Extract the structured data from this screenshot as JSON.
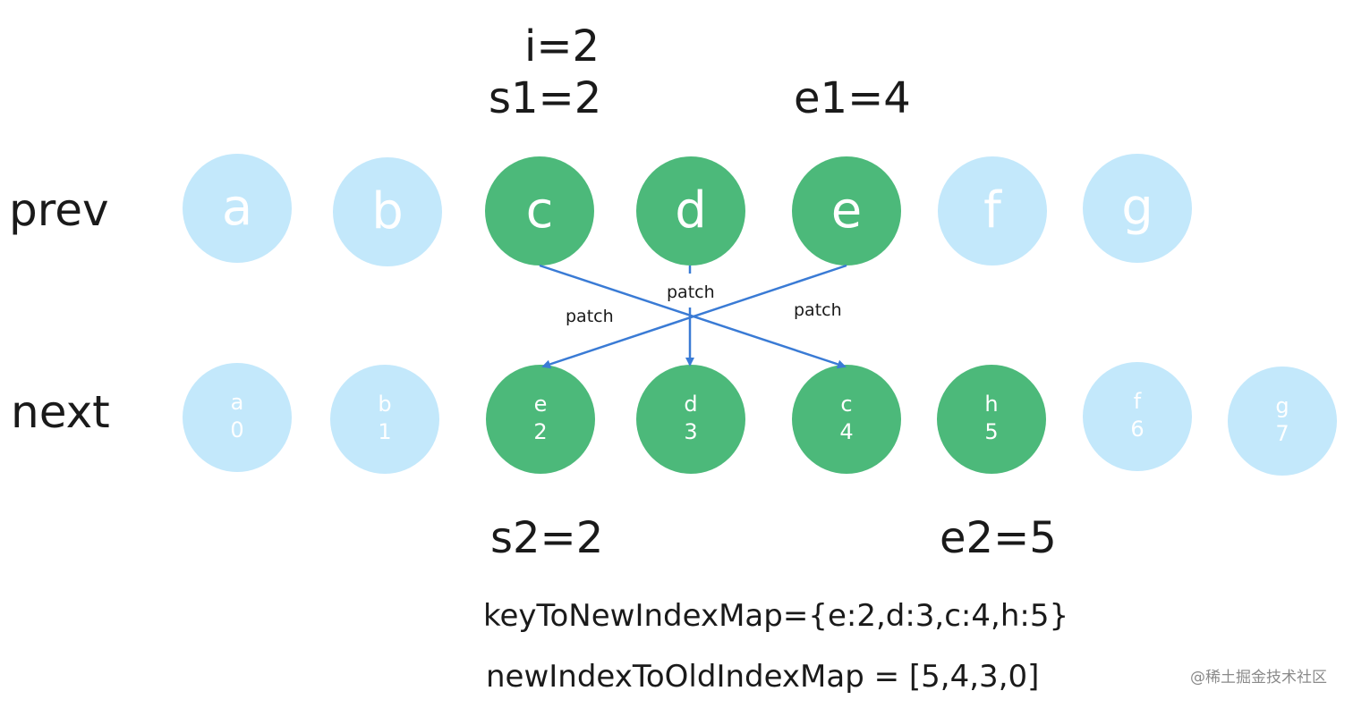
{
  "pointers": {
    "i": "i=2",
    "s1": "s1=2",
    "e1": "e1=4",
    "s2": "s2=2",
    "e2": "e2=5"
  },
  "rows": {
    "prev_label": "prev",
    "next_label": "next"
  },
  "prev_nodes": [
    {
      "key": "a",
      "state": "dim"
    },
    {
      "key": "b",
      "state": "dim"
    },
    {
      "key": "c",
      "state": "active"
    },
    {
      "key": "d",
      "state": "active"
    },
    {
      "key": "e",
      "state": "active"
    },
    {
      "key": "f",
      "state": "dim"
    },
    {
      "key": "g",
      "state": "dim"
    }
  ],
  "next_nodes": [
    {
      "key": "a",
      "index": "0",
      "state": "dim"
    },
    {
      "key": "b",
      "index": "1",
      "state": "dim"
    },
    {
      "key": "e",
      "index": "2",
      "state": "active"
    },
    {
      "key": "d",
      "index": "3",
      "state": "active"
    },
    {
      "key": "c",
      "index": "4",
      "state": "active"
    },
    {
      "key": "h",
      "index": "5",
      "state": "active"
    },
    {
      "key": "f",
      "index": "6",
      "state": "dim"
    },
    {
      "key": "g",
      "index": "7",
      "state": "dim"
    }
  ],
  "patch_labels": {
    "left": "patch",
    "middle": "patch",
    "right": "patch"
  },
  "maps": {
    "key_to_new_index": "keyToNewIndexMap={e:2,d:3,c:4,h:5}",
    "new_index_to_old_index": "newIndexToOldIndexMap = [5,4,3,0]"
  },
  "watermark": "@稀土掘金技术社区",
  "colors": {
    "active": "#4cb97a",
    "dim": "#c3e8fb",
    "arrow": "#3a7bd5"
  }
}
